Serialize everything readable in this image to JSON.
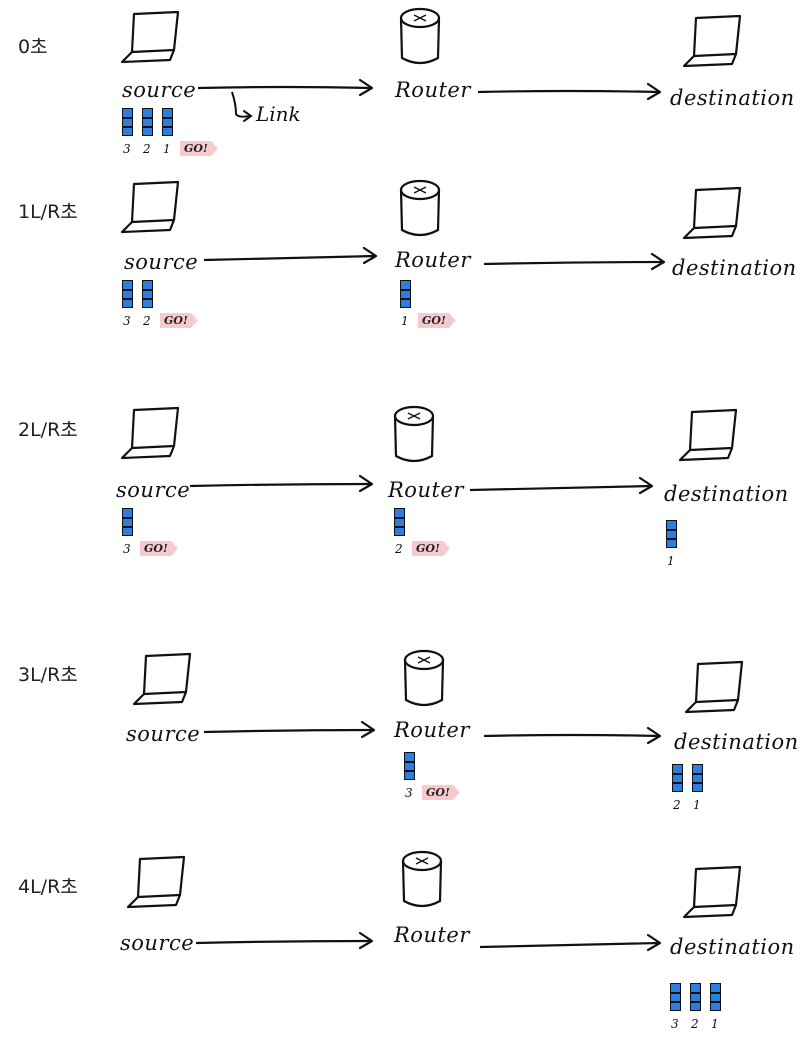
{
  "labels": {
    "source": "source",
    "router": "Router",
    "destination": "destination",
    "link": "Link",
    "go": "GO!"
  },
  "stages": [
    {
      "time": "0초",
      "source_packets": [
        "3",
        "2",
        "1"
      ],
      "router_packets": [],
      "dest_packets": [],
      "go_at": "source"
    },
    {
      "time": "1L/R초",
      "source_packets": [
        "3",
        "2"
      ],
      "router_packets": [
        "1"
      ],
      "dest_packets": [],
      "go_at": "both"
    },
    {
      "time": "2L/R초",
      "source_packets": [
        "3"
      ],
      "router_packets": [
        "2"
      ],
      "dest_packets": [
        "1"
      ],
      "go_at": "both"
    },
    {
      "time": "3L/R초",
      "source_packets": [],
      "router_packets": [
        "3"
      ],
      "dest_packets": [
        "2",
        "1"
      ],
      "go_at": "router"
    },
    {
      "time": "4L/R초",
      "source_packets": [],
      "router_packets": [],
      "dest_packets": [
        "3",
        "2",
        "1"
      ],
      "go_at": "none"
    }
  ],
  "colors": {
    "packet": "#2b7fe0",
    "go_tag": "#f6c9cf"
  }
}
